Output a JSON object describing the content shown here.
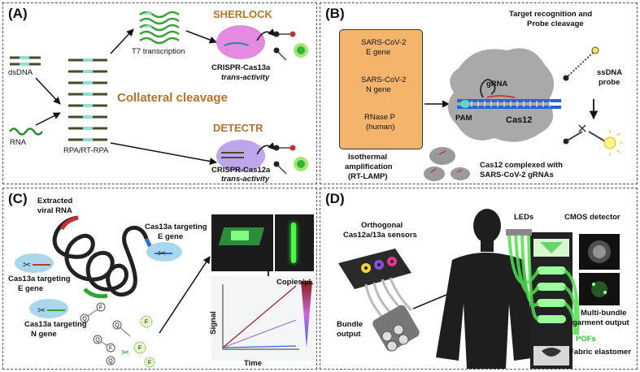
{
  "panels": {
    "A": {
      "label": "(A)",
      "dsdna": "dsDNA",
      "rna": "RNA",
      "rpa": "RPA/RT-RPA",
      "t7": "T7 transcription",
      "sherlock": "SHERLOCK",
      "detectr": "DETECTR",
      "collateral": "Collateral cleavage",
      "cas13a_line1": "CRISPR-Cas13a",
      "cas13a_line2": "trans-activity",
      "cas12a_line1": "CRISPR-Cas12a",
      "cas12a_line2": "trans-activity"
    },
    "B": {
      "label": "(B)",
      "gene1_l1": "SARS-CoV-2",
      "gene1_l2": "E gene",
      "gene2_l1": "SARS-CoV-2",
      "gene2_l2": "N gene",
      "gene3_l1": "RNase P",
      "gene3_l2": "(human)",
      "iso_l1": "Isothermal",
      "iso_l2": "amplification",
      "iso_l3": "(RT-LAMP)",
      "target_l1": "Target recognition and",
      "target_l2": "Probe cleavage",
      "grna": "gRNA",
      "pam": "PAM",
      "cas12": "Cas12",
      "ssdna_l1": "ssDNA",
      "ssdna_l2": "probe",
      "complex_l1": "Cas12 complexed with",
      "complex_l2": "SARS-CoV-2 gRNAs"
    },
    "C": {
      "label": "(C)",
      "viral_l1": "Extracted",
      "viral_l2": "viral RNA",
      "cas_e_right_l1": "Cas13a targeting",
      "cas_e_right_l2": "E gene",
      "cas_e_left_l1": "Cas13a targeting",
      "cas_e_left_l2": "E gene",
      "cas_n_l1": "Cas13a targeting",
      "cas_n_l2": "N gene",
      "q": "Q",
      "f": "F",
      "copies": "Copies/µL",
      "signal": "Signal",
      "time": "Time"
    },
    "D": {
      "label": "(D)",
      "ortho_l1": "Orthogonal",
      "ortho_l2": "Cas12a/13a sensors",
      "leds": "LEDs",
      "cmos": "CMOS detector",
      "bundle_l1": "Bundle",
      "bundle_l2": "output",
      "multi_l1": "Multi-bundle",
      "multi_l2": "garment output",
      "pofs": "POFs",
      "fabric": "Fabric elastomer"
    }
  },
  "colors": {
    "cas13a": "#e07ee0",
    "cas12a": "#b89be8",
    "orange_box": "#f4b46b",
    "cas12_gray": "#a9a9a9",
    "sherlock_text": "#b5742a",
    "green": "#35c235",
    "teal": "#7fd7c8",
    "yellow": "#f7e74a"
  }
}
